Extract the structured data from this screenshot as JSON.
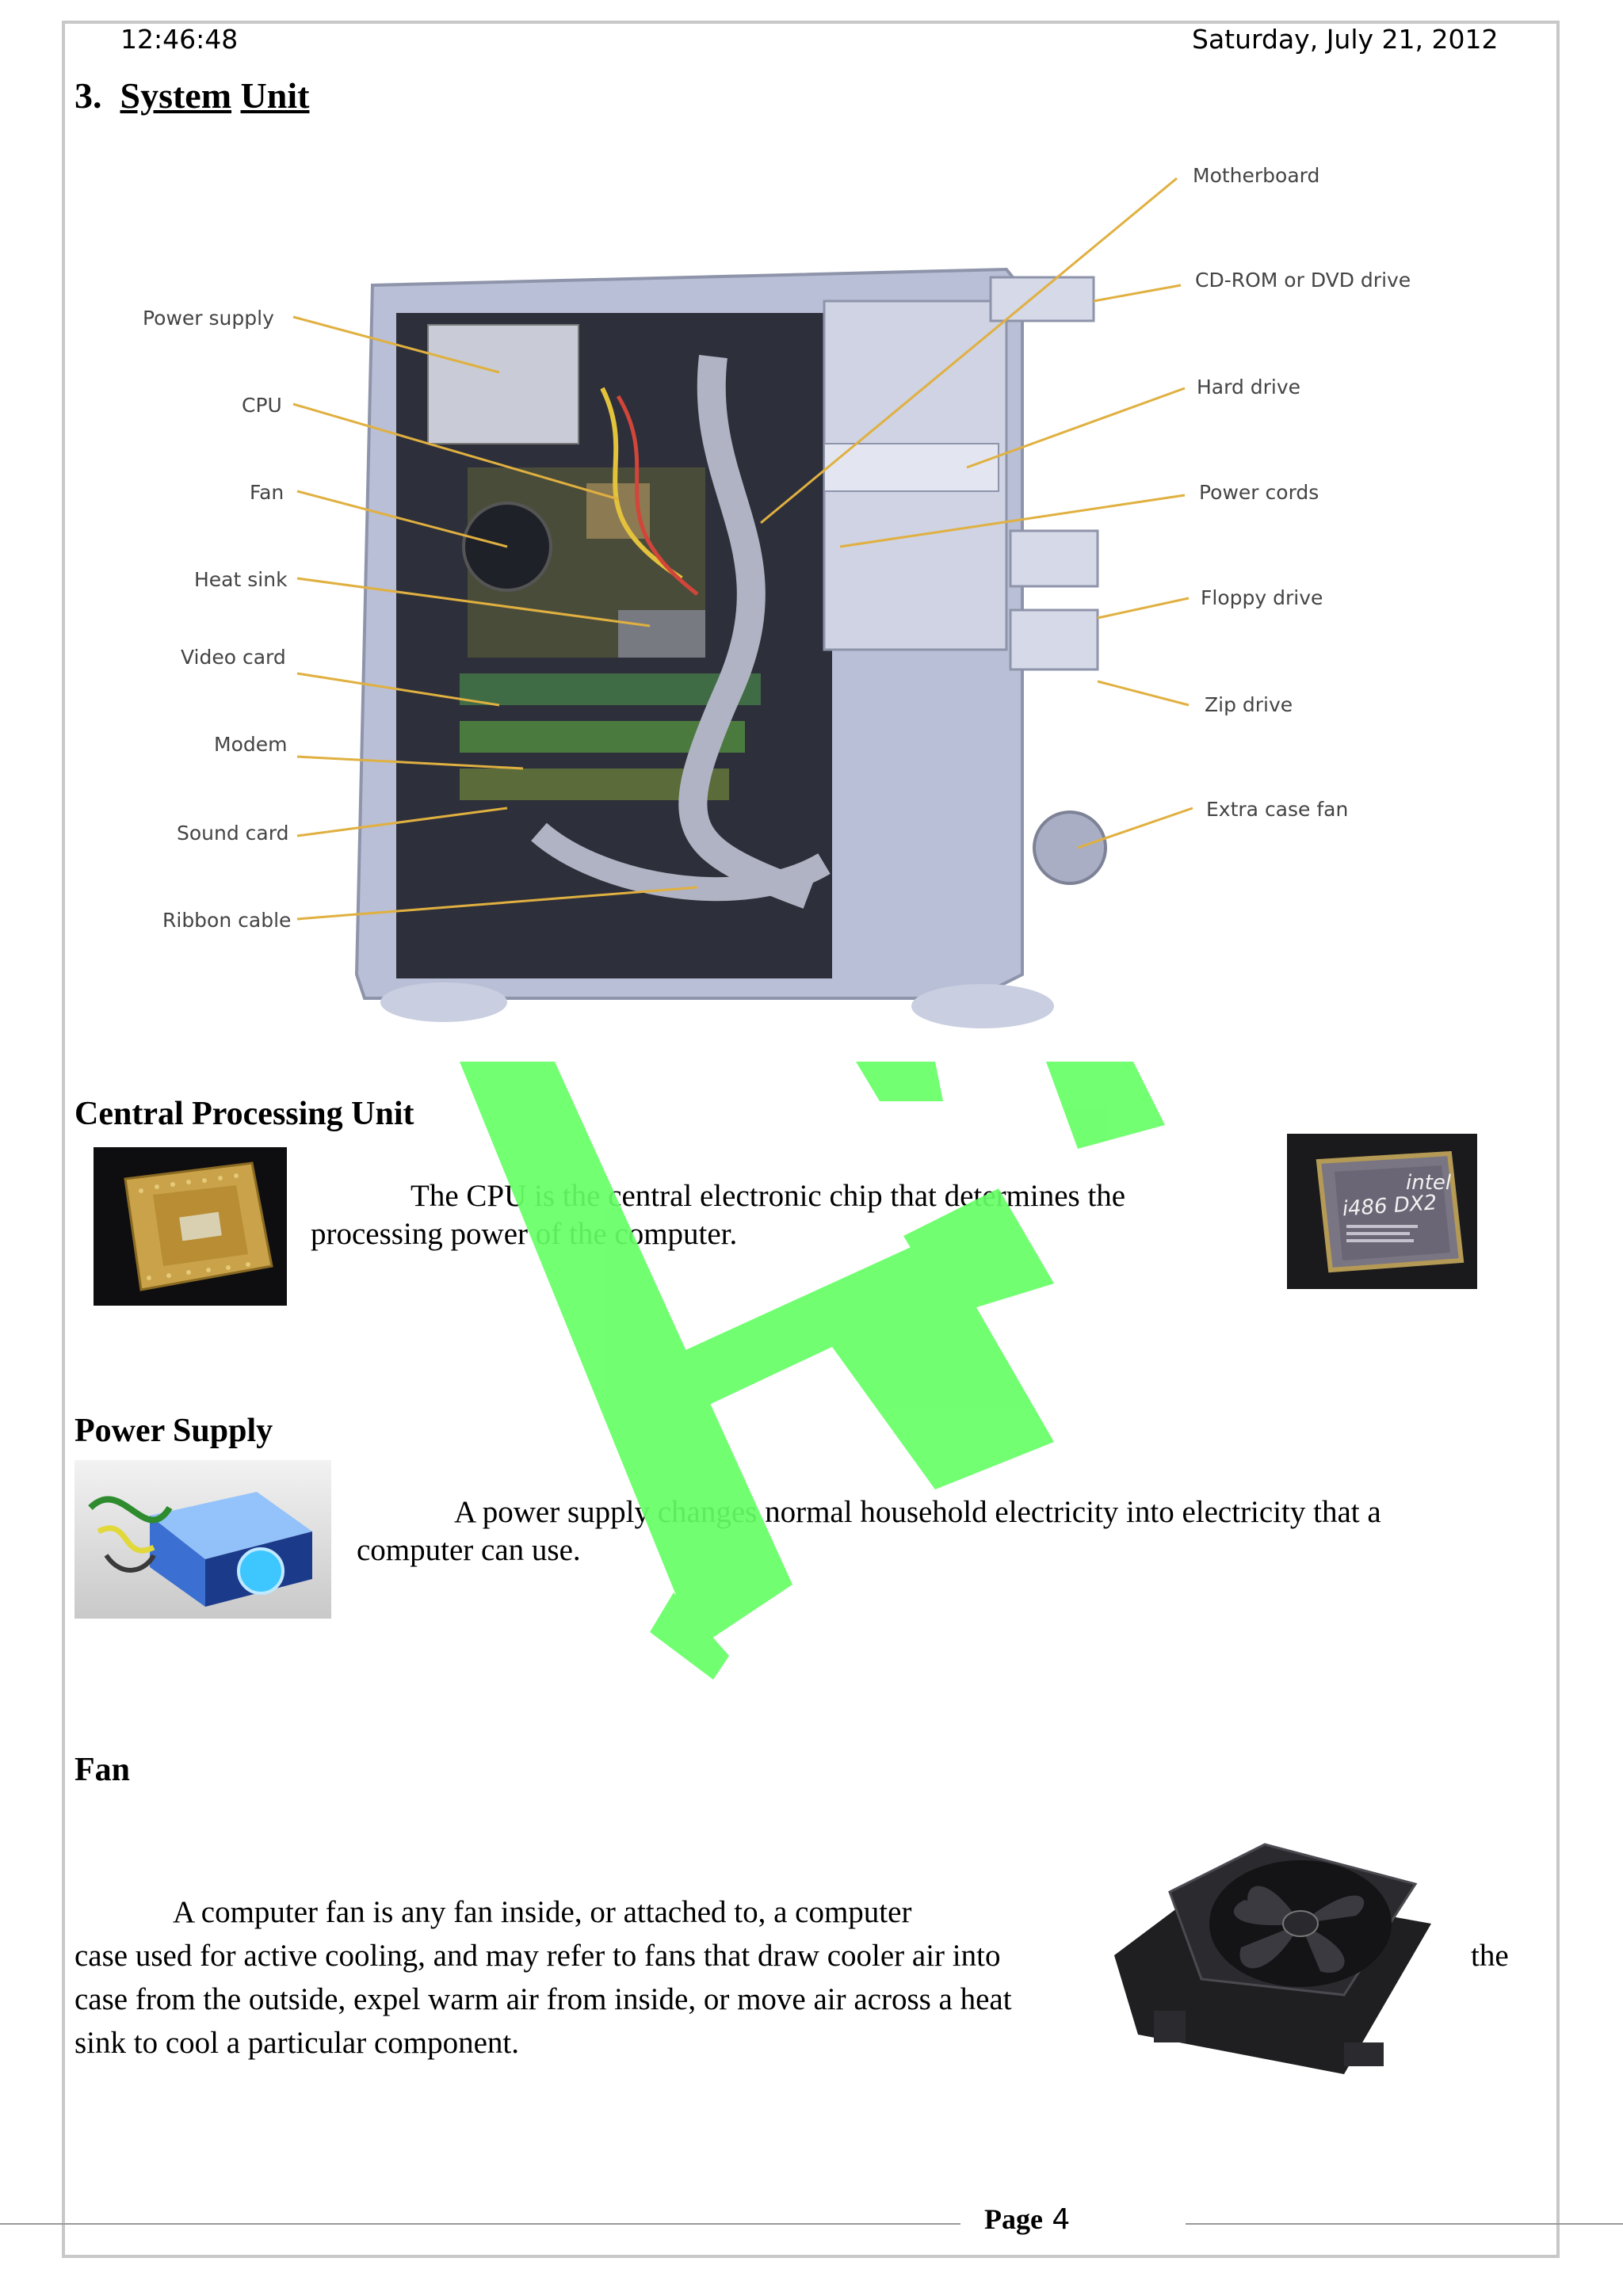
{
  "header": {
    "time": "12:46:48",
    "date": "Saturday, July 21, 2012"
  },
  "title": {
    "number": "3.",
    "word1": "System",
    "word2": "Unit"
  },
  "diagram": {
    "labels_left": [
      "Power supply",
      "CPU",
      "Fan",
      "Heat sink",
      "Video card",
      "Modem",
      "Sound card",
      "Ribbon cable"
    ],
    "labels_right": [
      "Motherboard",
      "CD-ROM or DVD drive",
      "Hard drive",
      "Power cords",
      "Floppy drive",
      "Zip drive",
      "Extra case fan"
    ]
  },
  "sections": {
    "cpu": {
      "heading": "Central Processing Unit",
      "line1": "The CPU is the central electronic chip that determines the",
      "line2": "processing power of the computer.",
      "chip_brand": "intel",
      "chip_model": "i486 DX2"
    },
    "power": {
      "heading": "Power Supply",
      "line1": "A power supply changes normal household electricity into electricity that a",
      "line2": "computer can use."
    },
    "fan": {
      "heading": "Fan",
      "line1": "A computer fan is any fan inside, or attached to, a computer",
      "line2": "case used for active cooling, and may refer to fans that draw cooler air into",
      "line2_end": "the",
      "line3": "case from the outside, expel warm air from inside, or move air across a heat",
      "line4": "sink to cool a particular component."
    }
  },
  "footer": {
    "page_label": "Page",
    "page_number": "4"
  },
  "colors": {
    "watermark": "#66ff66",
    "case": "#b9bfd6",
    "frame": "#c8c8c8"
  }
}
